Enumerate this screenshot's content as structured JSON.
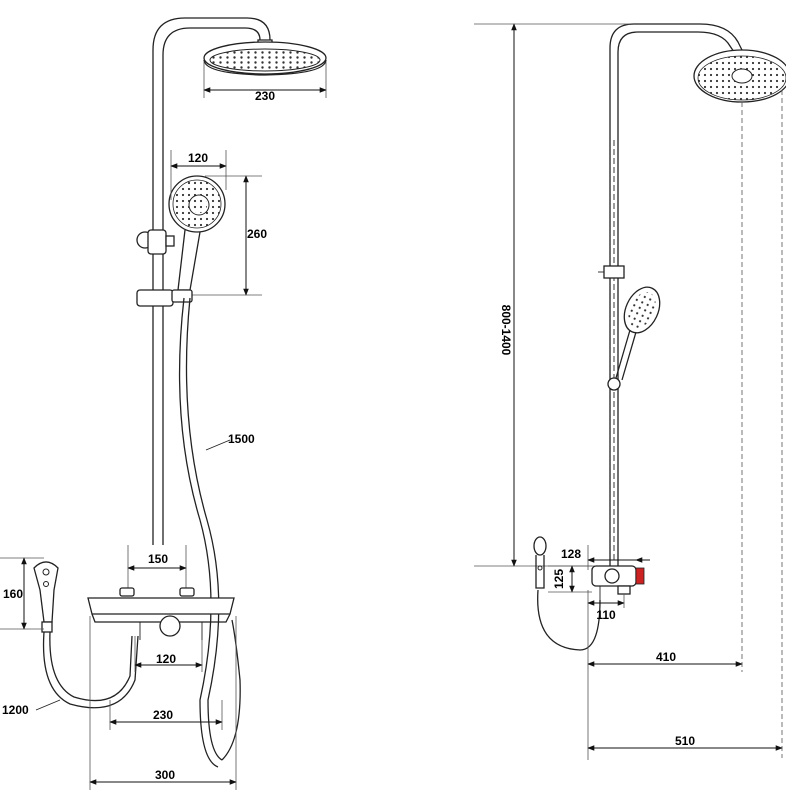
{
  "front_view": {
    "dimensions": {
      "rain_head_width": "230",
      "hand_shower_width": "120",
      "hand_shower_height": "260",
      "hose_length": "1500",
      "valve_spacing": "150",
      "spout_height": "160",
      "lower_spacing": "120",
      "tub_hose_length": "1200",
      "outlet_spacing": "230",
      "body_width": "300"
    }
  },
  "side_view": {
    "dimensions": {
      "column_height": "800-1400",
      "valve_depth": "128",
      "valve_height": "125",
      "valve_projection": "110",
      "rain_head_reach": "410",
      "overall_reach": "510"
    }
  },
  "colors": {
    "line": "#222222",
    "background": "#ffffff",
    "accent": "#cc2222"
  }
}
